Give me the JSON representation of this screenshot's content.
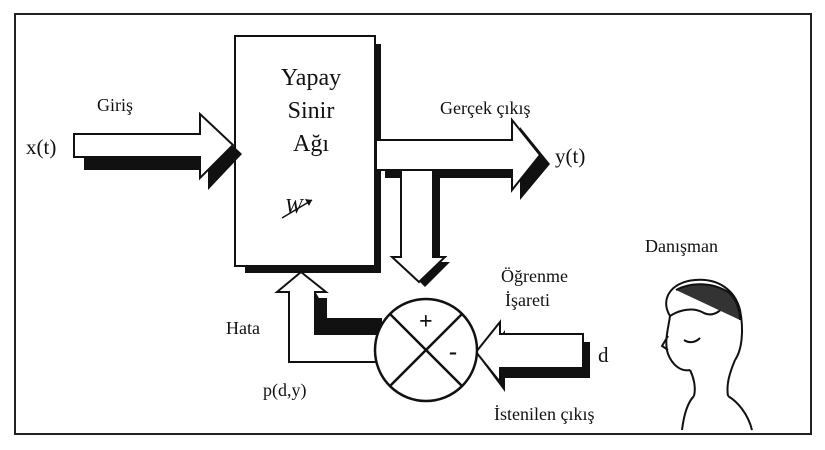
{
  "diagram": {
    "box_lines": [
      "Yapay",
      "Sinir",
      "Ağı"
    ],
    "weight_symbol": "W",
    "input_top_label": "Giriş",
    "input_signal": "x(t)",
    "output_top_label": "Gerçek çıkış",
    "output_signal": "y(t)",
    "error_label": "Hata",
    "error_function": "p(d,y)",
    "plus_sign": "+",
    "minus_sign": "-",
    "teaching_label_line1": "Öğrenme",
    "teaching_label_line2": "İşareti",
    "desired_signal": "d",
    "desired_output_label": "İstenilen çıkış",
    "supervisor_label": "Danışman"
  }
}
